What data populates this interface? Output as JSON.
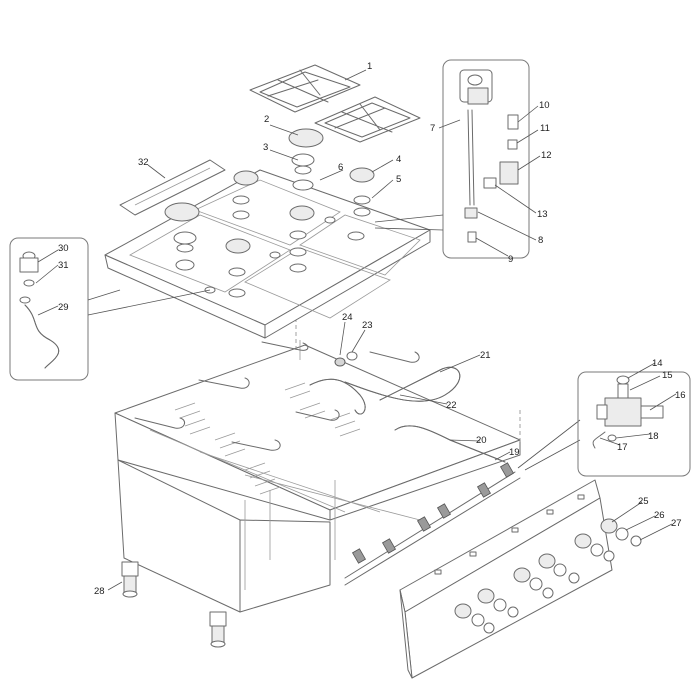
{
  "callouts": [
    "1",
    "2",
    "3",
    "4",
    "5",
    "6",
    "7",
    "8",
    "9",
    "10",
    "11",
    "12",
    "13",
    "14",
    "15",
    "16",
    "17",
    "18",
    "19",
    "20",
    "21",
    "22",
    "23",
    "24",
    "25",
    "26",
    "27",
    "28",
    "29",
    "30",
    "31",
    "32"
  ],
  "colors": {
    "line": "#6b6b6b",
    "text": "#222222",
    "part_shade": "#d6d6d6"
  }
}
